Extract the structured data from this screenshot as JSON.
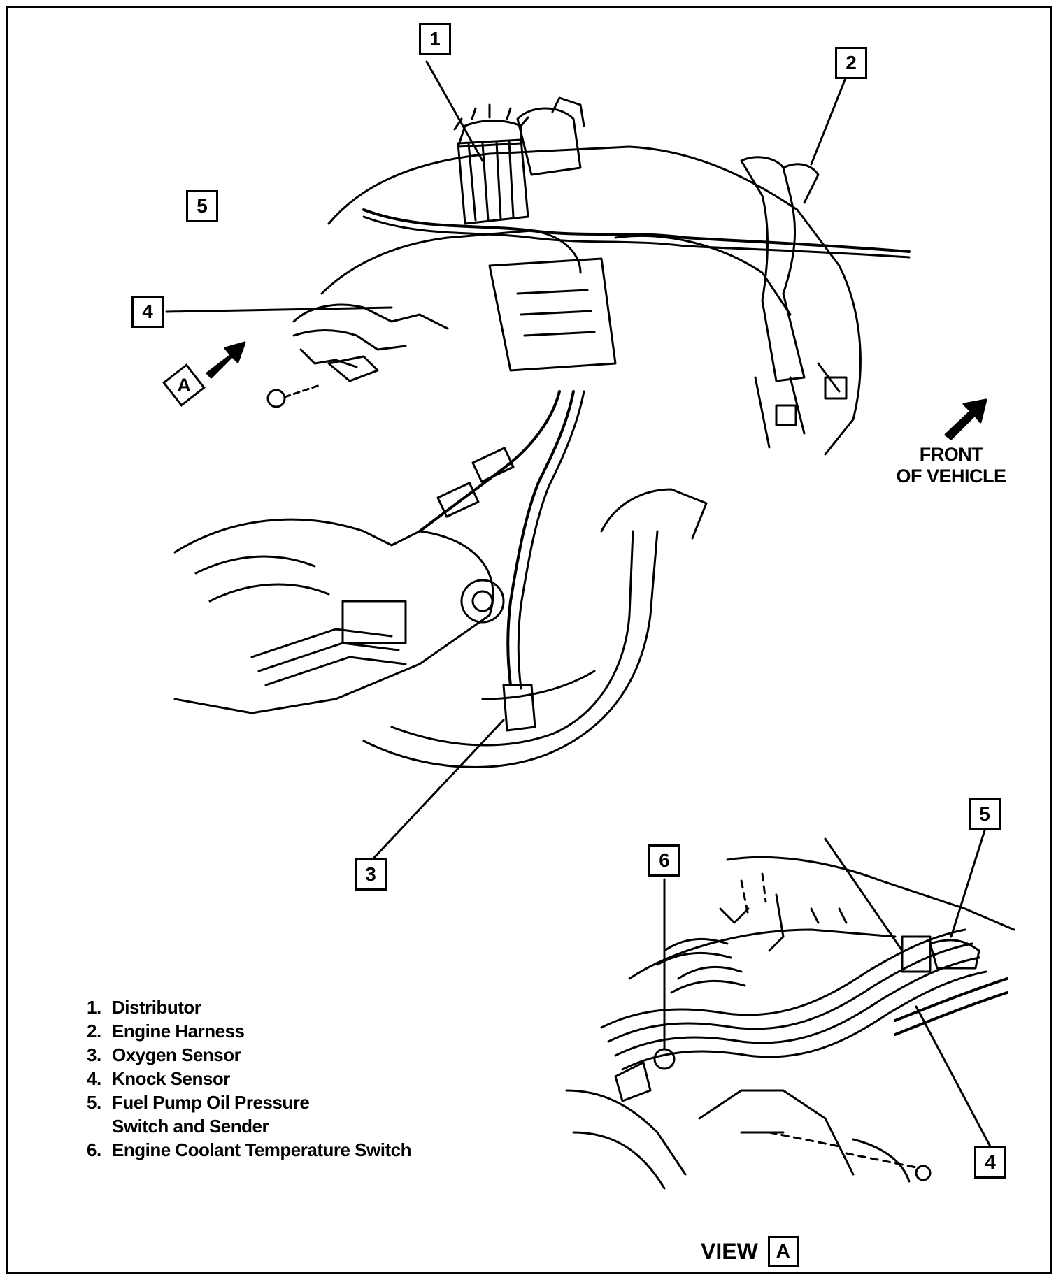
{
  "callouts": {
    "main_1": "1",
    "main_2": "2",
    "main_3": "3",
    "main_4": "4",
    "main_5": "5",
    "view_a_marker": "A",
    "inset_4": "4",
    "inset_5": "5",
    "inset_6": "6"
  },
  "front_label": {
    "line1": "FRONT",
    "line2": "OF VEHICLE"
  },
  "legend": [
    {
      "num": "1.",
      "text": "Distributor"
    },
    {
      "num": "2.",
      "text": "Engine Harness"
    },
    {
      "num": "3.",
      "text": "Oxygen Sensor"
    },
    {
      "num": "4.",
      "text": "Knock Sensor"
    },
    {
      "num": "5.",
      "text": "Fuel Pump Oil Pressure"
    },
    {
      "num": "",
      "text": "Switch and Sender"
    },
    {
      "num": "6.",
      "text": "Engine Coolant Temperature Switch"
    }
  ],
  "view_label": {
    "word": "VIEW",
    "letter": "A"
  }
}
